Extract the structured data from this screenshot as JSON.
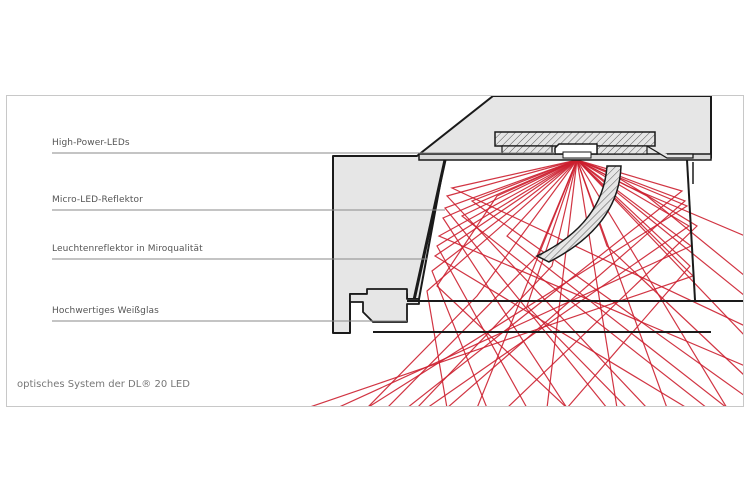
{
  "labels": [
    "High-Power-LEDs",
    "Micro-LED-Reflektor",
    "Leuchtenreflektor in Miroqualität",
    "Hochwertiges Weißglas"
  ],
  "caption": "optisches System der DL® 20 LED",
  "colors": {
    "ray": "#cc1f2f",
    "housing_fill": "#e6e6e6",
    "outline": "#1a1a1a",
    "leader_line": "#8a8a8a",
    "frame": "#c8c8c8"
  }
}
